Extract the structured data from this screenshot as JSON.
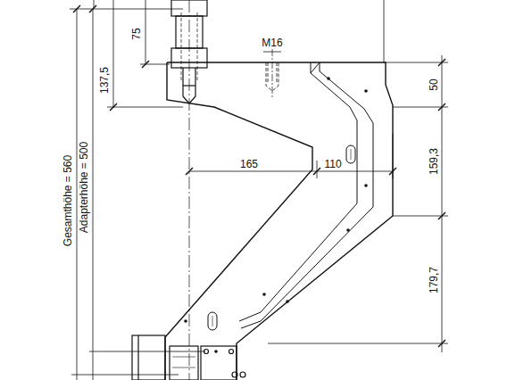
{
  "diagram": {
    "labels": [
      "75",
      "137,5",
      "Gesamthöhe = 560",
      "Adapterhöhe = 500",
      "M16",
      "165",
      "110",
      "50",
      "159,3",
      "179,7"
    ]
  }
}
